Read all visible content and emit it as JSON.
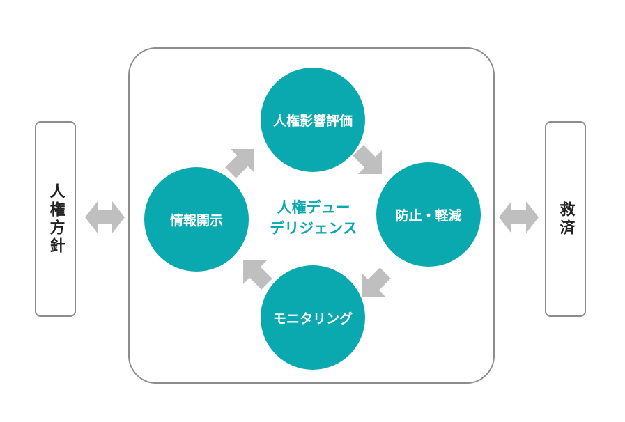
{
  "left_box": {
    "label": "人権方針"
  },
  "right_box": {
    "label": "救済"
  },
  "center": {
    "line1": "人権デュー",
    "line2": "デリジェンス"
  },
  "cycle": {
    "top": "人権影響評価",
    "right": "防止・軽減",
    "bottom": "モニタリング",
    "left": "情報開示"
  },
  "colors": {
    "accent": "#0aa9af",
    "arrow": "#bfbfbf",
    "border": "#8c8c8c",
    "text_dark": "#222222"
  }
}
